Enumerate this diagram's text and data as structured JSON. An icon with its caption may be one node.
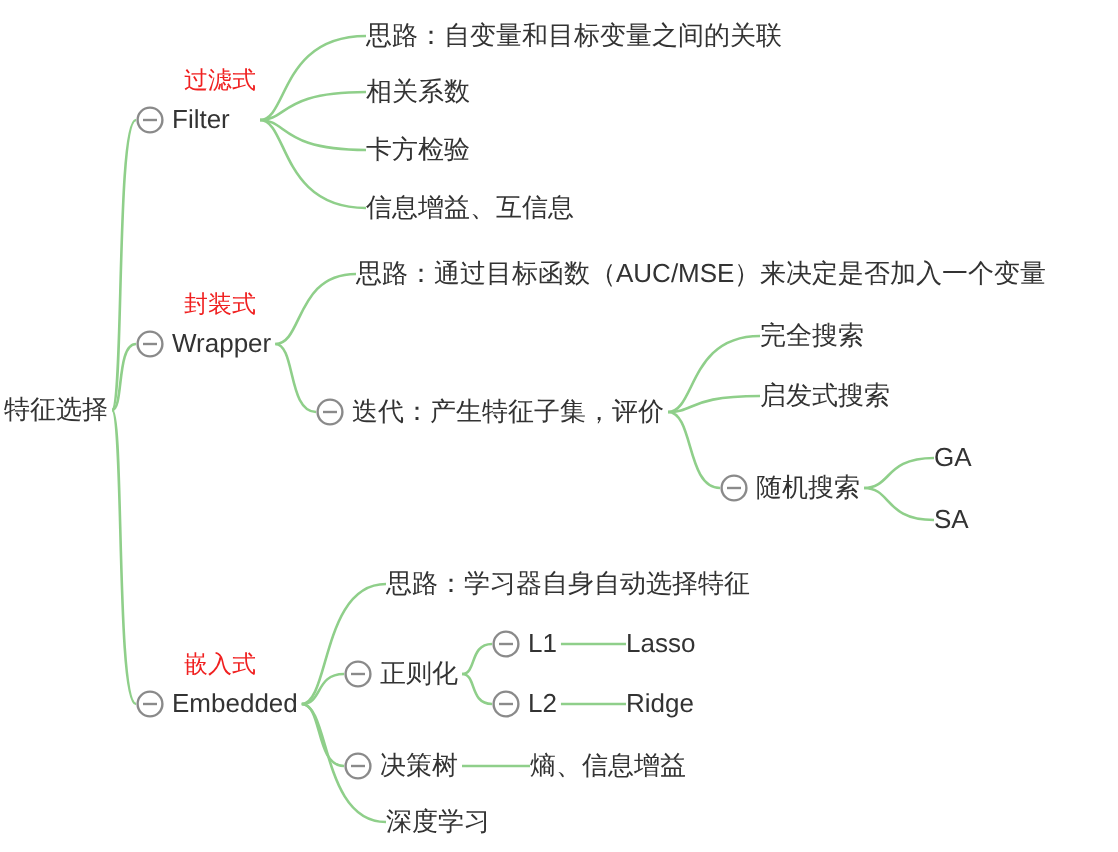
{
  "diagram": {
    "nodes": [
      {
        "text": [
          "特征选择"
        ]
      },
      {
        "text": [
          "过滤式",
          "Filter"
        ]
      },
      {
        "text": [
          "思路：自变量和目标变量之间的关联"
        ]
      },
      {
        "text": [
          "相关系数"
        ]
      },
      {
        "text": [
          "卡方检验"
        ]
      },
      {
        "text": [
          "信息增益、互信息"
        ]
      },
      {
        "text": [
          "封装式",
          "Wrapper"
        ]
      },
      {
        "text": [
          "思路：通过目标函数（AUC/MSE）来决定是否加入一个变量"
        ]
      },
      {
        "text": [
          "迭代：产生特征子集，评价"
        ]
      },
      {
        "text": [
          "完全搜索"
        ]
      },
      {
        "text": [
          "启发式搜索"
        ]
      },
      {
        "text": [
          "随机搜索"
        ]
      },
      {
        "text": [
          "GA"
        ]
      },
      {
        "text": [
          "SA"
        ]
      },
      {
        "text": [
          "嵌入式",
          "Embedded"
        ]
      },
      {
        "text": [
          "思路：学习器自身自动选择特征"
        ]
      },
      {
        "text": [
          "正则化"
        ]
      },
      {
        "text": [
          "L1"
        ]
      },
      {
        "text": [
          "L2"
        ]
      },
      {
        "text": [
          "Lasso"
        ]
      },
      {
        "text": [
          "Ridge"
        ]
      },
      {
        "text": [
          "决策树"
        ]
      },
      {
        "text": [
          "熵、信息增益"
        ]
      },
      {
        "text": [
          "深度学习"
        ]
      }
    ],
    "edges": [
      {
        "from": 0,
        "to": 1,
        "arrow": "none"
      },
      {
        "from": 0,
        "to": 6,
        "arrow": "none"
      },
      {
        "from": 0,
        "to": 14,
        "arrow": "none"
      },
      {
        "from": 1,
        "to": 2,
        "arrow": "none"
      },
      {
        "from": 1,
        "to": 3,
        "arrow": "none"
      },
      {
        "from": 1,
        "to": 4,
        "arrow": "none"
      },
      {
        "from": 1,
        "to": 5,
        "arrow": "none"
      },
      {
        "from": 6,
        "to": 7,
        "arrow": "none"
      },
      {
        "from": 6,
        "to": 8,
        "arrow": "none"
      },
      {
        "from": 8,
        "to": 9,
        "arrow": "none"
      },
      {
        "from": 8,
        "to": 10,
        "arrow": "none"
      },
      {
        "from": 8,
        "to": 11,
        "arrow": "none"
      },
      {
        "from": 11,
        "to": 12,
        "arrow": "none"
      },
      {
        "from": 11,
        "to": 13,
        "arrow": "none"
      },
      {
        "from": 14,
        "to": 15,
        "arrow": "none"
      },
      {
        "from": 14,
        "to": 16,
        "arrow": "none"
      },
      {
        "from": 14,
        "to": 21,
        "arrow": "none"
      },
      {
        "from": 14,
        "to": 23,
        "arrow": "none"
      },
      {
        "from": 16,
        "to": 17,
        "arrow": "none"
      },
      {
        "from": 16,
        "to": 18,
        "arrow": "none"
      },
      {
        "from": 17,
        "to": 19,
        "arrow": "none"
      },
      {
        "from": 18,
        "to": 20,
        "arrow": "none"
      },
      {
        "from": 21,
        "to": 22,
        "arrow": "none"
      }
    ]
  }
}
